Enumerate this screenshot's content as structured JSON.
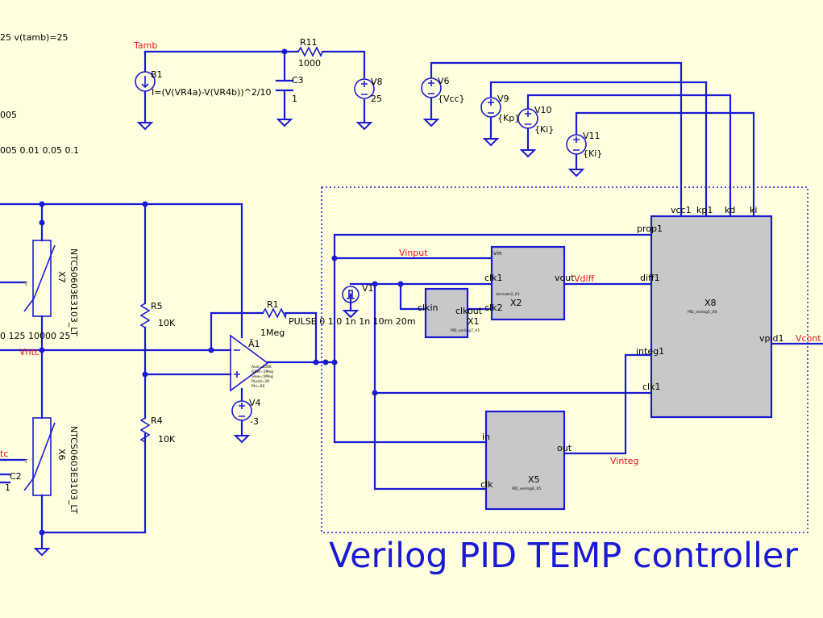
{
  "title": "Verilog PID TEMP controller",
  "directives": {
    "d1": "25 v(tamb)=25",
    "d2": "005",
    "d3": "005 0.01 0.05 0.1"
  },
  "nets": {
    "tamb": "Tamb",
    "vinput": "Vinput",
    "vdiff": "Vdiff",
    "vntc": "Vntc",
    "vinteg": "Vinteg",
    "vcont": "Vcont",
    "tc": "tc"
  },
  "components": {
    "b1": {
      "name": "B1",
      "value": "I=(V(VR4a)-V(VR4b))^2/10"
    },
    "c3": {
      "name": "C3",
      "value": "1"
    },
    "r11": {
      "name": "R11",
      "value": "1000"
    },
    "v8": {
      "name": "V8",
      "value": "25"
    },
    "v6": {
      "name": "V6",
      "value": "{Vcc}"
    },
    "v9": {
      "name": "V9",
      "value": "{Kp}"
    },
    "v10": {
      "name": "V10",
      "value": "{Ki}"
    },
    "v11": {
      "name": "V11",
      "value": "{Ki}"
    },
    "x7": {
      "name": "X7",
      "value": "NTCS0603E3103_LT"
    },
    "x6": {
      "name": "X6",
      "value": "NTCS0603E3103_LT"
    },
    "x7_params": "0 125 10000 25",
    "r5": {
      "name": "R5",
      "value": "10K"
    },
    "r4": {
      "name": "R4",
      "value": "10K"
    },
    "r1": {
      "name": "R1",
      "value": "1Meg"
    },
    "a1": {
      "name": "Ã1"
    },
    "a1_params": [
      "Avol=100K",
      "GBW=5Meg",
      "Slew=5Meg",
      "Rload=2K",
      "Phi=60"
    ],
    "v4": {
      "name": "V4",
      "value": "-3"
    },
    "v1": {
      "name": "V1",
      "value": "PULSE 0 1 0 1n 1n 10m 20m"
    },
    "c2": {
      "name": "C2",
      "value": "1"
    },
    "t_x7": "T",
    "t_x6": "T"
  },
  "blocks": {
    "x2": {
      "name": "X2",
      "sub": "derivate2_X1",
      "pins": {
        "vin": "vin",
        "clk1": "clk1",
        "clk2": "clk2",
        "vout": "vout"
      }
    },
    "x1": {
      "name": "X1",
      "sub": "PID_verilog7_X1",
      "pins": {
        "clkin": "clkin",
        "clkout": "clkout"
      }
    },
    "x5": {
      "name": "X5",
      "sub": "PID_verilog6_X5",
      "pins": {
        "in": "in",
        "out": "out",
        "clk": "clk"
      }
    },
    "x8": {
      "name": "X8",
      "sub": "PID_verilog5_X8",
      "pins": {
        "vcc1": "vcc1",
        "kp1": "kp1",
        "kd": "kd",
        "ki": "ki",
        "prop1": "prop1",
        "diff1": "diff1",
        "integ1": "integ1",
        "clk1": "clk1",
        "vpid1": "vpid1"
      }
    }
  },
  "colors": {
    "wire": "#1a1ad4",
    "net_label": "#e8141e",
    "background": "#ffffe0",
    "block_fill": "#c8c8c8"
  }
}
